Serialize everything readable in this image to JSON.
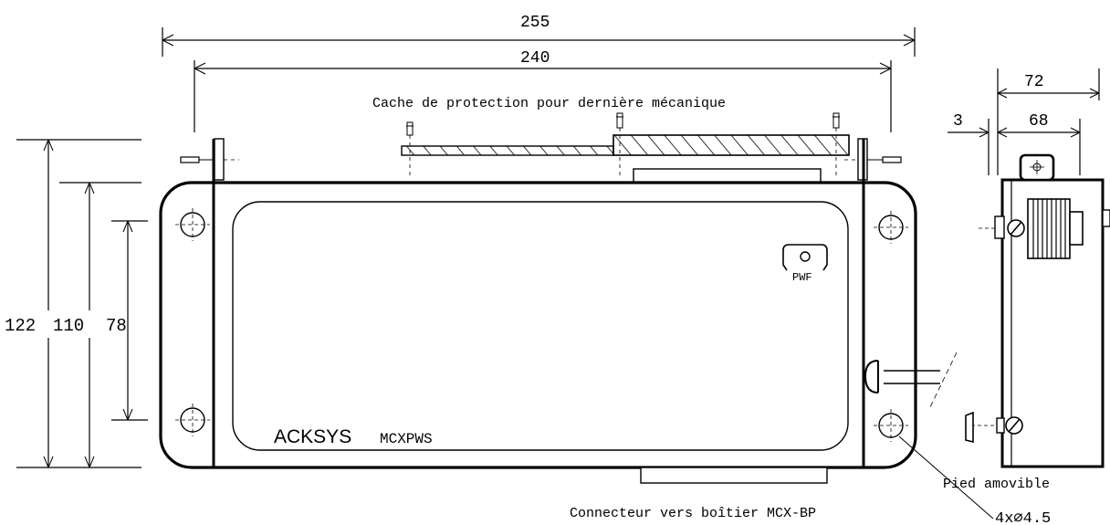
{
  "dimensions": {
    "overall_width": "255",
    "hole_spacing_width": "240",
    "overall_height": "122",
    "body_height": "110",
    "hole_spacing_height": "78",
    "side_depth": "72",
    "side_body_depth": "68",
    "side_offset": "3"
  },
  "labels": {
    "protective_cover": "Cache de protection pour dernière mécanique",
    "brand": "ACKSYS",
    "model": "MCXPWS",
    "pwf_label": "PWF",
    "removable_foot": "Pied amovible",
    "connector": "Connecteur vers boîtier MCX-BP",
    "holes": "4x∅4.5"
  }
}
